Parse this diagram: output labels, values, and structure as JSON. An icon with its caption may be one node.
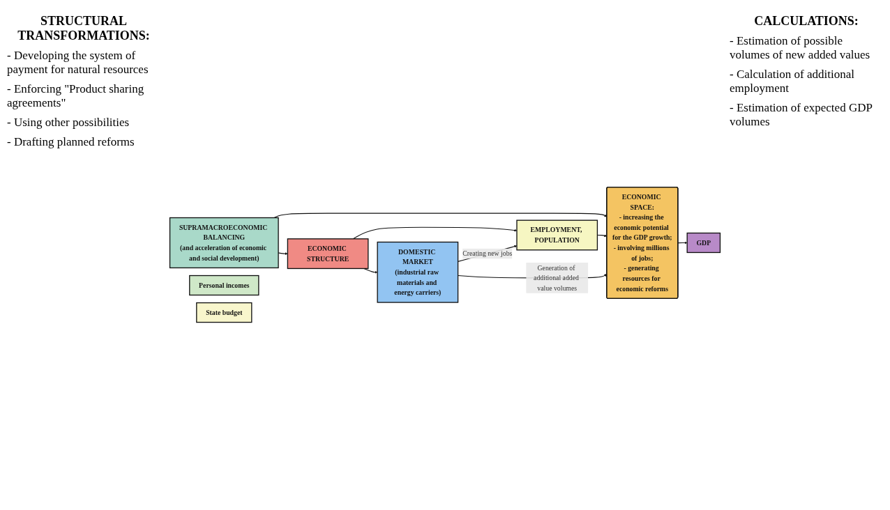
{
  "diagram": {
    "nodes": [
      {
        "text": [
          "SUPRAMACROECONOMIC BALANCING",
          "(and acceleration of economic and social development)"
        ]
      },
      {
        "text": [
          "ECONOMIC STRUCTURE"
        ]
      },
      {
        "text": [
          "EMPLOYMENT, POPULATION"
        ]
      },
      {
        "text": [
          "ECONOMIC SPACE:",
          "- increasing the economic potential for the GDP growth;",
          "- involving millions of jobs;",
          "- generating resources for economic reforms"
        ]
      },
      {
        "text": [
          "DOMESTIC MARKET",
          "(industrial raw materials and energy carriers)"
        ]
      },
      {
        "text": [
          "GDP"
        ]
      },
      {
        "text": [
          "Personal incomes"
        ]
      },
      {
        "text": [
          "State budget"
        ]
      }
    ],
    "edges": [
      {
        "from": 0,
        "to": 1,
        "arrow": "to"
      },
      {
        "from": 0,
        "to": 3,
        "arrow": "to"
      },
      {
        "from": 1,
        "to": 2,
        "arrow": "to"
      },
      {
        "from": 1,
        "to": 4,
        "arrow": "to"
      },
      {
        "from": 2,
        "to": 3,
        "arrow": "to"
      },
      {
        "from": 4,
        "to": 2,
        "arrow": "to",
        "label": "Creating new jobs"
      },
      {
        "from": 4,
        "to": 3,
        "arrow": "to",
        "label": "Generation of additional added value volumes"
      },
      {
        "from": 3,
        "to": 5,
        "arrow": "to"
      }
    ],
    "labels": [
      "STRUCTURAL TRANSFORMATIONS:",
      "- Developing the system of payment for natural resources",
      "- Enforcing \"Product sharing agreements\"",
      "- Using other possibilities",
      "- Drafting planned reforms",
      "CALCULATIONS:",
      "- Estimation of possible volumes of new added values",
      "- Calculation of additional employment",
      "- Estimation of expected GDP volumes"
    ]
  }
}
